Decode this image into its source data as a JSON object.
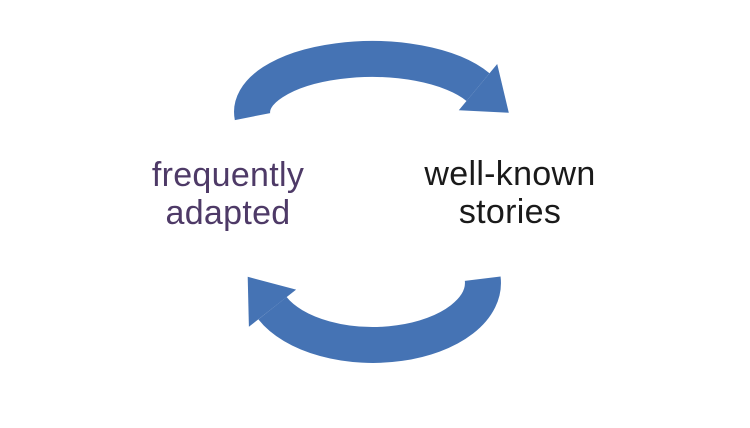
{
  "diagram": {
    "type": "two-node-cycle",
    "background_color": "#ffffff",
    "arrow_color": "#4573b4",
    "left_label": {
      "text": "frequently adapted",
      "lines": [
        "frequently",
        "adapted"
      ],
      "color": "#4e3a67"
    },
    "right_label": {
      "text": "well-known stories",
      "lines": [
        "well-known",
        "stories"
      ],
      "color": "#1a1a1a"
    },
    "arrows": [
      {
        "name": "top-arrow",
        "direction": "left-to-right",
        "points_to": "well-known stories"
      },
      {
        "name": "bottom-arrow",
        "direction": "right-to-left",
        "points_to": "frequently adapted"
      }
    ]
  }
}
